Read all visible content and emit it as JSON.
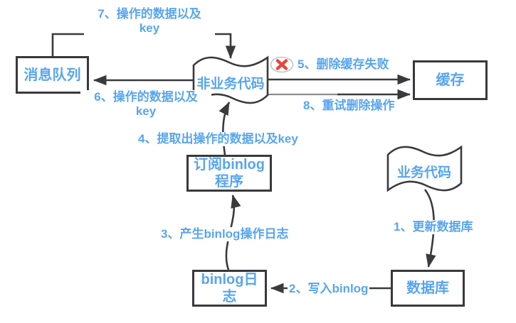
{
  "colors": {
    "accent_blue": "#58a5f0",
    "line_dark": "#3a3a3e",
    "line_gray": "#8d8d91",
    "error_red": "#e8453c",
    "error_ring": "#b9c8d2"
  },
  "icons": {
    "error_cross": "red-x-in-ellipse"
  },
  "nodes": {
    "message_queue": {
      "label": "消息队列"
    },
    "non_business_code": {
      "label": "非业务代码"
    },
    "cache": {
      "label": "缓存"
    },
    "subscribe_binlog": {
      "line1": "订阅binlog",
      "line2": "程序"
    },
    "binlog_log": {
      "line1": "binlog日",
      "line2": "志"
    },
    "business_code": {
      "label": "业务代码"
    },
    "database": {
      "label": "数据库"
    }
  },
  "edges": {
    "e1": {
      "label": "1、更新数据库"
    },
    "e2": {
      "label": "2、写入binlog"
    },
    "e3": {
      "label": "3、产生binlog操作日志"
    },
    "e4": {
      "label": "4、提取出操作的数据以及key"
    },
    "e5": {
      "label": "5、删除缓存失败"
    },
    "e6": {
      "line1": "6、操作的数据以及",
      "line2": "key"
    },
    "e7": {
      "line1": "7、操作的数据以及",
      "line2": "key"
    },
    "e8": {
      "label": "8、重试删除操作"
    }
  }
}
